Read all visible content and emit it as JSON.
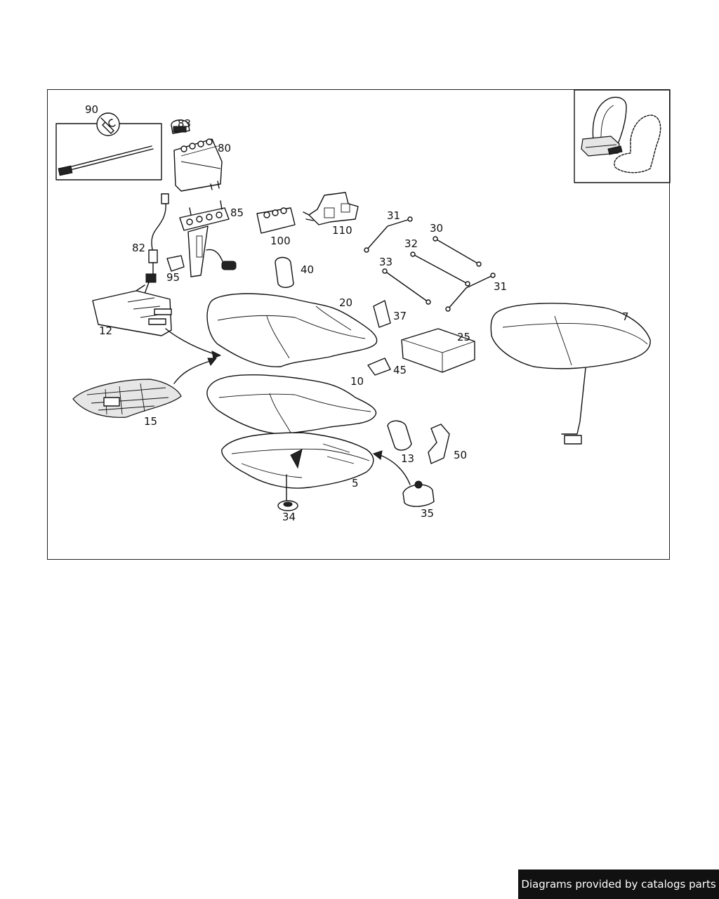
{
  "parts": {
    "p90": "90",
    "p83": "83",
    "p80": "80",
    "p85": "85",
    "p82": "82",
    "p95": "95",
    "p100": "100",
    "p110": "110",
    "p40": "40",
    "p31a": "31",
    "p30": "30",
    "p32": "32",
    "p33": "33",
    "p31b": "31",
    "p20": "20",
    "p37": "37",
    "p25": "25",
    "p7": "7",
    "p12": "12",
    "p45": "45",
    "p10": "10",
    "p15": "15",
    "p13": "13",
    "p50": "50",
    "p5": "5",
    "p34": "34",
    "p35": "35"
  },
  "icons": {
    "tool": "wrench-icon",
    "thumbnail": "seat-thumbnail"
  },
  "footer": {
    "text": "Diagrams provided by catalogs parts"
  },
  "colors": {
    "line": "#111111",
    "banner_bg": "#111111",
    "banner_text": "#ffffff"
  }
}
